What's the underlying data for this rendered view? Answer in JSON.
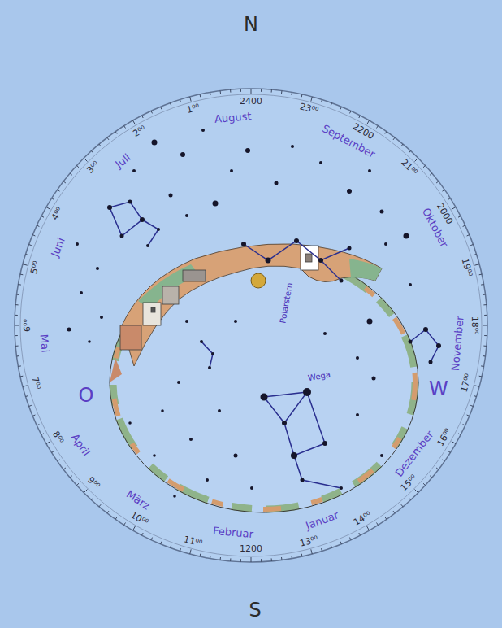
{
  "diagram": {
    "labels": [
      "N",
      "S",
      "O",
      "W",
      "2400",
      "23⁰⁰",
      "2200",
      "21⁰⁰",
      "2000",
      "19⁰⁰",
      "18⁰⁰",
      "17⁰⁰",
      "16⁰⁰",
      "15⁰⁰",
      "14⁰⁰",
      "13⁰⁰",
      "1200",
      "11⁰⁰",
      "10⁰⁰",
      "9⁰⁰",
      "8⁰⁰",
      "7⁰⁰",
      "6⁰⁰",
      "5⁰⁰",
      "4⁰⁰",
      "3⁰⁰",
      "2⁰⁰",
      "1⁰⁰",
      "August",
      "September",
      "Oktober",
      "November",
      "Dezember",
      "Januar",
      "Februar",
      "März",
      "April",
      "Mai",
      "Juni",
      "Juli",
      "Wega",
      "Polarstern"
    ]
  }
}
